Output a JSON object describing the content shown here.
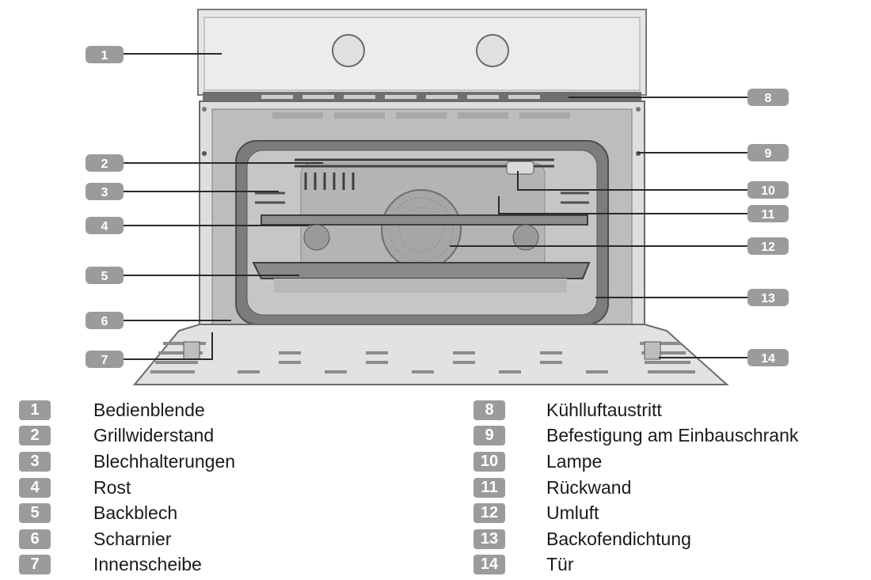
{
  "colors": {
    "badge": "#9b9b9b",
    "badge_text": "#ffffff",
    "oven_body": "#e4e4e4",
    "oven_dark": "#8a8a8a",
    "cavity": "#c9c9c9",
    "text": "#1a1a1a"
  },
  "callouts": [
    {
      "num": "1",
      "label": "Bedienblende"
    },
    {
      "num": "2",
      "label": "Grillwiderstand"
    },
    {
      "num": "3",
      "label": "Blechhalterungen"
    },
    {
      "num": "4",
      "label": "Rost"
    },
    {
      "num": "5",
      "label": "Backblech"
    },
    {
      "num": "6",
      "label": "Scharnier"
    },
    {
      "num": "7",
      "label": "Innenscheibe"
    },
    {
      "num": "8",
      "label": "Kühlluftaustritt"
    },
    {
      "num": "9",
      "label": "Befestigung am Einbauschrank"
    },
    {
      "num": "10",
      "label": "Lampe"
    },
    {
      "num": "11",
      "label": "Rückwand"
    },
    {
      "num": "12",
      "label": "Umluft"
    },
    {
      "num": "13",
      "label": "Backofendichtung"
    },
    {
      "num": "14",
      "label": "Tür"
    }
  ]
}
